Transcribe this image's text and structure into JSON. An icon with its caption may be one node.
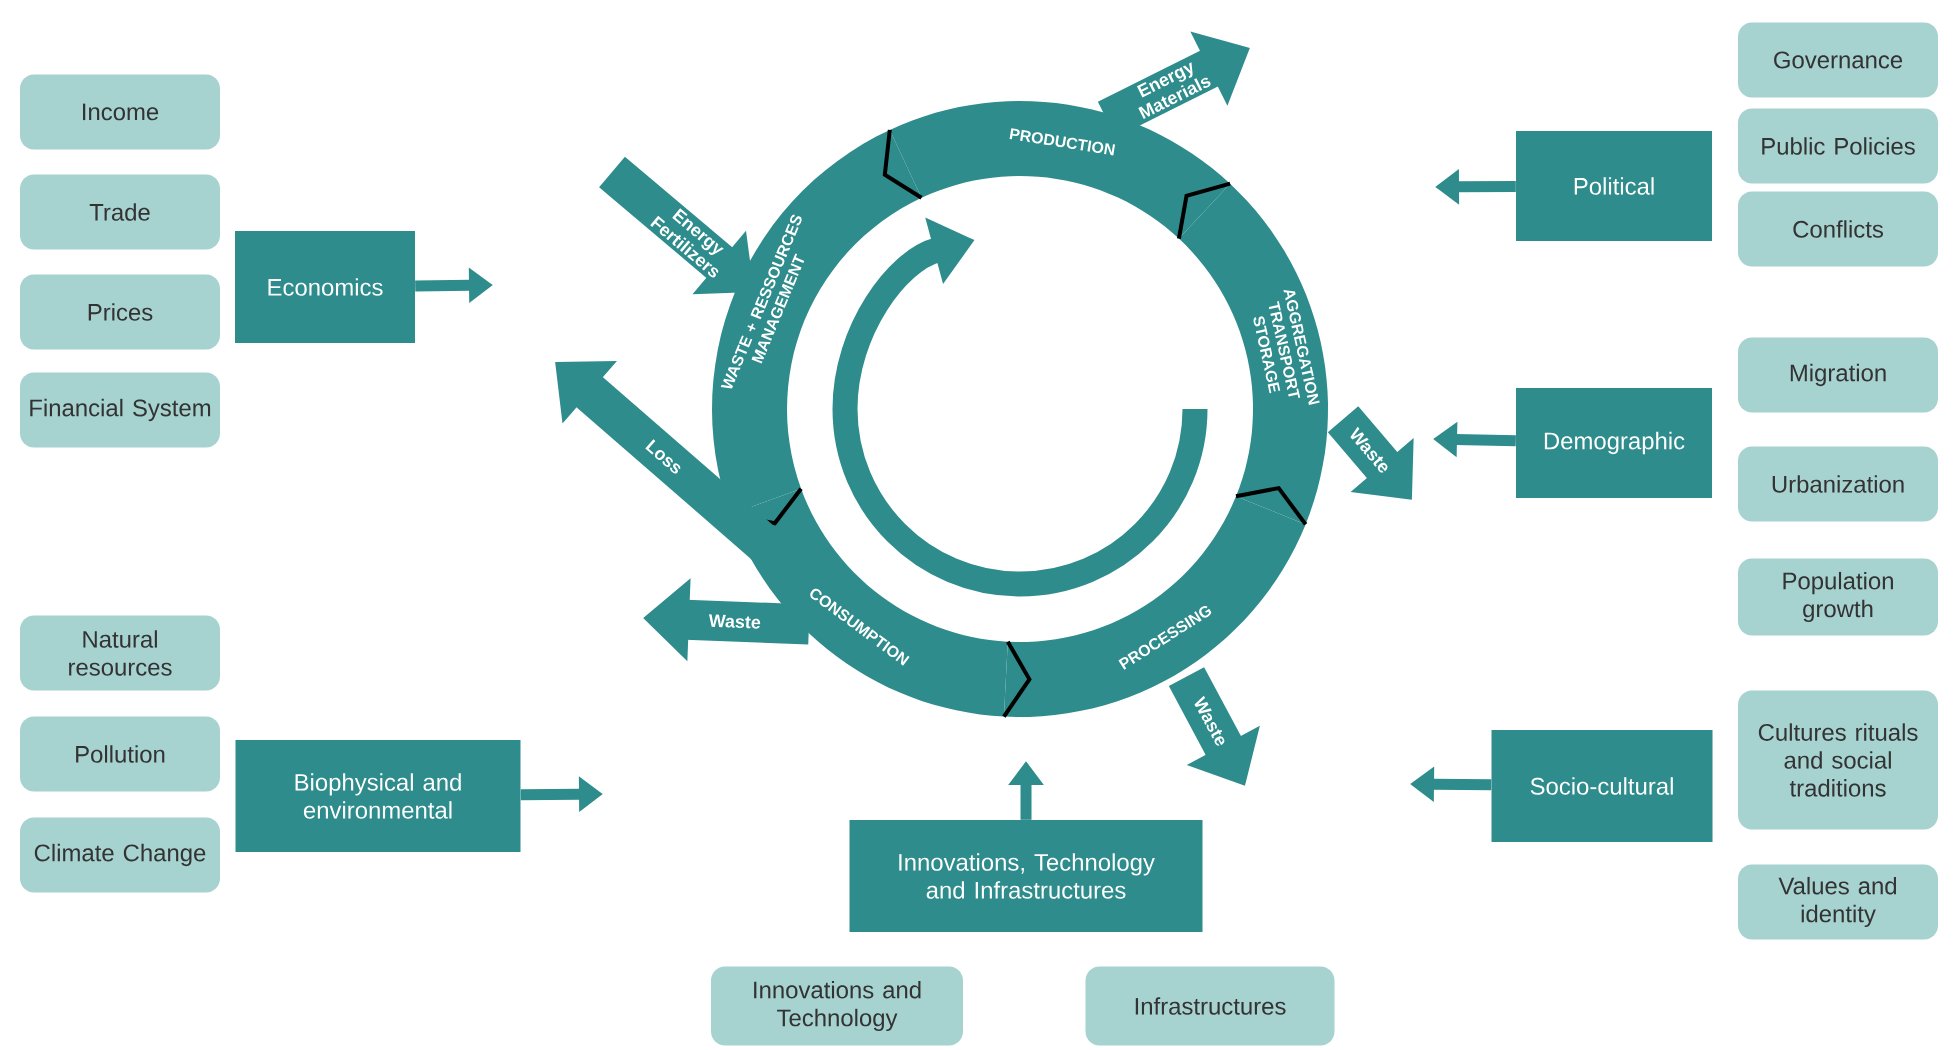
{
  "diagram": {
    "nodes": [
      {
        "text": [
          "Income"
        ]
      },
      {
        "text": [
          "Trade"
        ]
      },
      {
        "text": [
          "Prices"
        ]
      },
      {
        "text": [
          "Financial System"
        ]
      },
      {
        "text": [
          "Economics"
        ]
      },
      {
        "text": [
          "Governance"
        ]
      },
      {
        "text": [
          "Public Policies"
        ]
      },
      {
        "text": [
          "Conflicts"
        ]
      },
      {
        "text": [
          "Political"
        ]
      },
      {
        "text": [
          "Migration"
        ]
      },
      {
        "text": [
          "Demographic"
        ]
      },
      {
        "text": [
          "Urbanization"
        ]
      },
      {
        "text": [
          "Population growth"
        ]
      },
      {
        "text": [
          "Natural resources"
        ]
      },
      {
        "text": [
          "Pollution"
        ]
      },
      {
        "text": [
          "Climate Change"
        ]
      },
      {
        "text": [
          "Biophysical and environmental"
        ]
      },
      {
        "text": [
          "Cultures rituals and social traditions"
        ]
      },
      {
        "text": [
          "Socio-cultural"
        ]
      },
      {
        "text": [
          "Values and identity"
        ]
      },
      {
        "text": [
          "Innovations, Technology and Infrastructures"
        ]
      },
      {
        "text": [
          "Innovations and Technology"
        ]
      },
      {
        "text": [
          "Infrastructures"
        ]
      },
      {
        "text": [
          "PRODUCTION"
        ]
      },
      {
        "text": [
          "AGGREGATION TRANSPORT STORAGE"
        ]
      },
      {
        "text": [
          "PROCESSING"
        ]
      },
      {
        "text": [
          "CONSUMPTION"
        ]
      },
      {
        "text": [
          "WASTE + RESSOURCES MANAGEMENT"
        ]
      }
    ],
    "edges": [
      {
        "from": 4,
        "to": null,
        "arrow": "to"
      },
      {
        "from": 8,
        "to": null,
        "arrow": "to"
      },
      {
        "from": 10,
        "to": null,
        "arrow": "to"
      },
      {
        "from": 18,
        "to": null,
        "arrow": "to"
      },
      {
        "from": 16,
        "to": null,
        "arrow": "to"
      },
      {
        "from": 20,
        "to": null,
        "arrow": "to"
      },
      {
        "from": 23,
        "to": null,
        "arrow": "to",
        "label": "Energy Materials",
        "style": "thick"
      },
      {
        "from": null,
        "to": 27,
        "arrow": "to",
        "label": "Energy Fertilizers",
        "style": "thick"
      },
      {
        "from": 24,
        "to": null,
        "arrow": "to",
        "label": "Waste",
        "style": "thick"
      },
      {
        "from": 25,
        "to": null,
        "arrow": "to",
        "label": "Waste",
        "style": "thick"
      },
      {
        "from": 26,
        "to": null,
        "arrow": "to",
        "label": "Waste",
        "style": "thick"
      },
      {
        "from": 26,
        "to": null,
        "arrow": "to",
        "label": "Loss",
        "style": "thick"
      }
    ]
  }
}
